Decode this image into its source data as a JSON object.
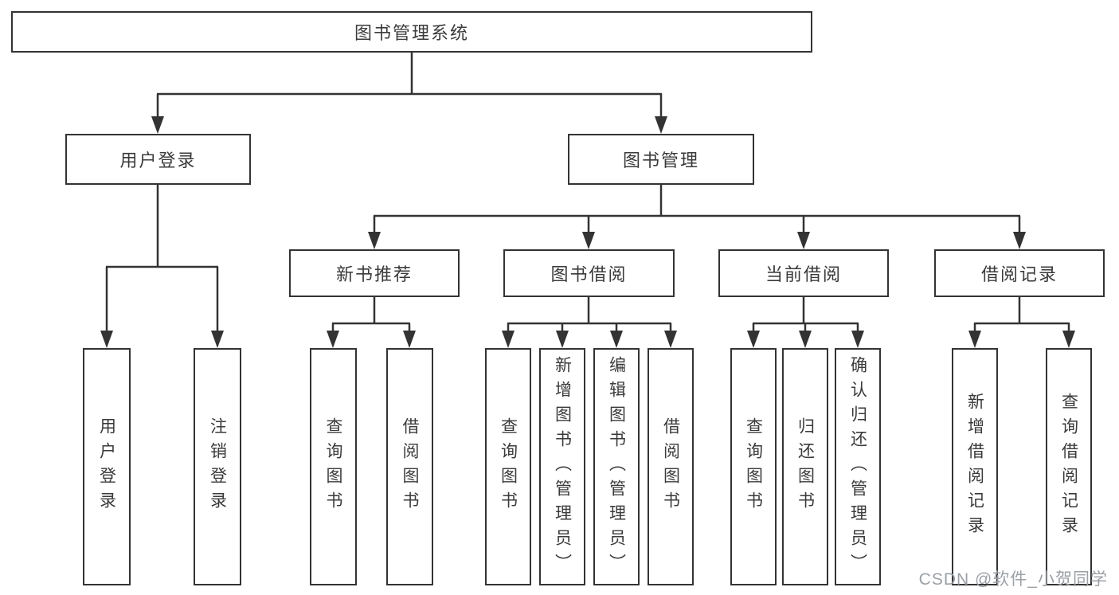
{
  "diagram": {
    "root": {
      "label": "图书管理系统"
    },
    "level2": [
      {
        "label": "用户登录"
      },
      {
        "label": "图书管理"
      }
    ],
    "level3": [
      {
        "label": "新书推荐"
      },
      {
        "label": "图书借阅"
      },
      {
        "label": "当前借阅"
      },
      {
        "label": "借阅记录"
      }
    ],
    "leaves": {
      "login": [
        {
          "label": "用户登录"
        },
        {
          "label": "注销登录"
        }
      ],
      "newbook": [
        {
          "label": "查询图书"
        },
        {
          "label": "借阅图书"
        }
      ],
      "bookBorrow": [
        {
          "label": "查询图书"
        },
        {
          "label": "新增图书（管理员）"
        },
        {
          "label": "编辑图书（管理员）"
        },
        {
          "label": "借阅图书"
        }
      ],
      "currentBorrow": [
        {
          "label": "查询图书"
        },
        {
          "label": "归还图书"
        },
        {
          "label": "确认归还（管理员）"
        }
      ],
      "records": [
        {
          "label": "新增借阅记录"
        },
        {
          "label": "查询借阅记录"
        }
      ]
    },
    "watermark": {
      "text": "CSDN @软件_小贺同学"
    },
    "colors": {
      "line": "#333333",
      "text": "#3a3a3a",
      "watermark": "#9ba0a6",
      "background": "#ffffff"
    }
  }
}
